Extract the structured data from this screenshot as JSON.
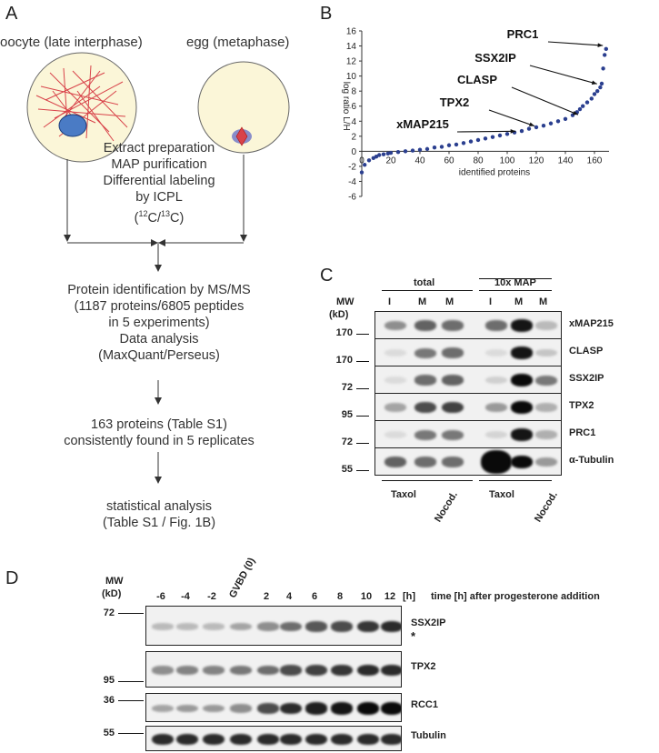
{
  "panelA": {
    "letter": "A",
    "oocyte_label": "oocyte (late interphase)",
    "egg_label": "egg (metaphase)",
    "steps1": [
      "Extract preparation",
      "MAP purification",
      "Differential labeling",
      "by ICPL",
      "(12C/13C)"
    ],
    "steps2": [
      "Protein identification by MS/MS",
      "(1187 proteins/6805 peptides",
      "in 5 experiments)",
      "Data analysis",
      "(MaxQuant/Perseus)"
    ],
    "steps3": [
      "163 proteins (Table S1)",
      "consistently found in 5 replicates"
    ],
    "steps4": [
      "statistical analysis",
      "(Table S1 / Fig. 1B)"
    ]
  },
  "panelB": {
    "letter": "B",
    "annotations": [
      "PRC1",
      "SSX2IP",
      "CLASP",
      "TPX2",
      "xMAP215"
    ]
  },
  "chart_data": {
    "type": "scatter",
    "title": "",
    "xlabel": "identified proteins",
    "ylabel": "log ratio L/H",
    "xlim": [
      0,
      170
    ],
    "ylim": [
      -6,
      16
    ],
    "xticks": [
      0,
      20,
      40,
      60,
      80,
      100,
      120,
      140,
      160
    ],
    "yticks": [
      -6,
      -4,
      -2,
      0,
      2,
      4,
      6,
      8,
      10,
      12,
      14,
      16
    ],
    "series": [
      {
        "x": [
          0,
          2,
          5,
          8,
          10,
          12,
          15,
          18,
          20,
          25,
          30,
          35,
          40,
          45,
          50,
          55,
          60,
          65,
          70,
          75,
          80,
          85,
          90,
          95,
          100,
          105,
          110,
          115,
          120,
          125,
          130,
          135,
          140,
          145,
          148,
          150,
          152,
          155,
          158,
          160,
          162,
          164,
          165,
          166,
          167,
          168
        ],
        "y": [
          -2.8,
          -1.8,
          -1.2,
          -0.9,
          -0.7,
          -0.5,
          -0.4,
          -0.3,
          -0.2,
          -0.1,
          0.0,
          0.1,
          0.2,
          0.3,
          0.5,
          0.6,
          0.8,
          0.9,
          1.1,
          1.3,
          1.5,
          1.7,
          1.9,
          2.1,
          2.3,
          2.5,
          2.7,
          3.0,
          3.2,
          3.4,
          3.7,
          4.0,
          4.3,
          4.8,
          5.2,
          5.6,
          6.0,
          6.5,
          7.0,
          7.6,
          8.0,
          8.5,
          9.0,
          11.0,
          12.8,
          13.6
        ]
      }
    ]
  },
  "panelC": {
    "letter": "C",
    "mw_header": [
      "MW",
      "(kD)"
    ],
    "group_total": "total",
    "group_map": "10x MAP",
    "lanes": [
      "I",
      "M",
      "M",
      "I",
      "M",
      "M"
    ],
    "rows": [
      {
        "name": "xMAP215",
        "mw": "170"
      },
      {
        "name": "CLASP",
        "mw": "170"
      },
      {
        "name": "SSX2IP",
        "mw": "72"
      },
      {
        "name": "TPX2",
        "mw": "95"
      },
      {
        "name": "PRC1",
        "mw": "72"
      },
      {
        "name": "α-Tubulin",
        "mw": "55"
      }
    ],
    "treatments": [
      "Taxol",
      "Nocod.",
      "Taxol",
      "Nocod."
    ]
  },
  "panelD": {
    "letter": "D",
    "mw_header": [
      "MW",
      "(kD)"
    ],
    "timepoints": [
      "-6",
      "-4",
      "-2",
      "GVBD (0)",
      "2",
      "4",
      "6",
      "8",
      "10",
      "12"
    ],
    "unit": "[h]",
    "time_label": "time [h] after progesterone addition",
    "rows": [
      {
        "name": "SSX2IP",
        "mw": "72"
      },
      {
        "name": "TPX2",
        "mw": "95"
      },
      {
        "name": "RCC1",
        "mw": "36"
      },
      {
        "name": "Tubulin",
        "mw": "55"
      }
    ],
    "asterisk": "*"
  }
}
